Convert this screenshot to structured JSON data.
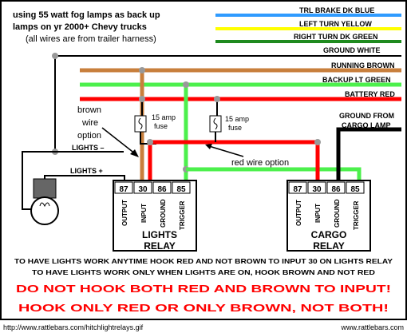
{
  "header": {
    "title_line1": "using 55 watt fog lamps as back up",
    "title_line2": "lamps on yr 2000+ Chevy trucks",
    "title_line3": "(all wires are from trailer harness)"
  },
  "wires": {
    "trl_brake": "TRL BRAKE DK BLUE",
    "left_turn": "LEFT TURN YELLOW",
    "right_turn": "RIGHT TURN DK GREEN",
    "ground_white": "GROUND WHITE",
    "running_brown": "RUNNING BROWN",
    "backup_green": "BACKUP LT GREEN",
    "battery_red": "BATTERY RED",
    "ground_from": "GROUND FROM",
    "cargo_lamp": "CARGO LAMP"
  },
  "labels": {
    "brown_1": "brown",
    "brown_2": "wire",
    "brown_3": "option",
    "fuse_a_1": "15 amp",
    "fuse_a_2": "fuse",
    "fuse_b_1": "15 amp",
    "fuse_b_2": "fuse",
    "red_wire_option": "red wire option",
    "lights_minus": "LIGHTS –",
    "lights_plus": "LIGHTS +"
  },
  "relays": {
    "lights": {
      "pins": [
        "87",
        "30",
        "86",
        "85"
      ],
      "pin_labels": [
        "OUTPUT",
        "INPUT",
        "GROUND",
        "TRIGGER"
      ],
      "name_line1": "LIGHTS",
      "name_line2": "RELAY"
    },
    "cargo": {
      "pins": [
        "87",
        "30",
        "86",
        "85"
      ],
      "pin_labels": [
        "OUTPUT",
        "INPUT",
        "GROUND",
        "TRIGGER"
      ],
      "name_line1": "CARGO",
      "name_line2": "RELAY"
    }
  },
  "notes": {
    "line1": "TO HAVE LIGHTS WORK ANYTIME HOOK RED AND NOT BROWN TO INPUT 30 ON LIGHTS RELAY",
    "line2": "TO HAVE LIGHTS WORK ONLY WHEN  LIGHTS ARE ON, HOOK BROWN AND NOT RED",
    "warning1": "DO NOT HOOK BOTH RED AND BROWN TO INPUT!",
    "warning2": "HOOK ONLY RED OR ONLY BROWN, NOT BOTH!"
  },
  "footer": {
    "url_left": "http://www.rattlebars.com/hitchlightrelays.gif",
    "url_right": "www.rattlebars.com"
  },
  "colors": {
    "blue": "#2f9bff",
    "yellow": "#ffff00",
    "dk_green": "#1e8a1e",
    "brown": "#c87f3c",
    "lt_green": "#4cf04c",
    "red": "#ff0000",
    "warning_red": "#ff0000"
  }
}
